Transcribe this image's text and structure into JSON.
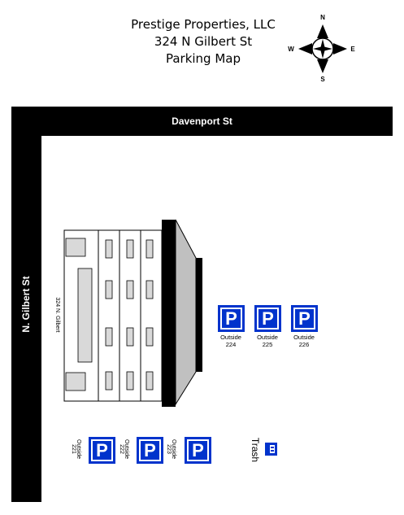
{
  "title": {
    "line1": "Prestige Properties, LLC",
    "line2": "324 N Gilbert St",
    "line3": "Parking Map"
  },
  "compass": {
    "north": "N",
    "south": "S",
    "east": "E",
    "west": "W"
  },
  "streets": {
    "top": "Davenport St",
    "left": "N. Gilbert St"
  },
  "building": {
    "address_label": "324 N. Gilbert"
  },
  "parking": {
    "sign_glyph": "P",
    "east_spots": [
      {
        "line1": "Outside",
        "line2": "224"
      },
      {
        "line1": "Outside",
        "line2": "225"
      },
      {
        "line1": "Outside",
        "line2": "226"
      }
    ],
    "south_spots": [
      {
        "line1": "Outside",
        "line2": "221"
      },
      {
        "line1": "Outside",
        "line2": "222"
      },
      {
        "line1": "Outside",
        "line2": "223"
      }
    ]
  },
  "trash": {
    "label": "Trash"
  },
  "colors": {
    "road": "#000000",
    "parking_sign": "#0033cc",
    "building_outline": "#000000",
    "awning": "#c0c0c0"
  }
}
